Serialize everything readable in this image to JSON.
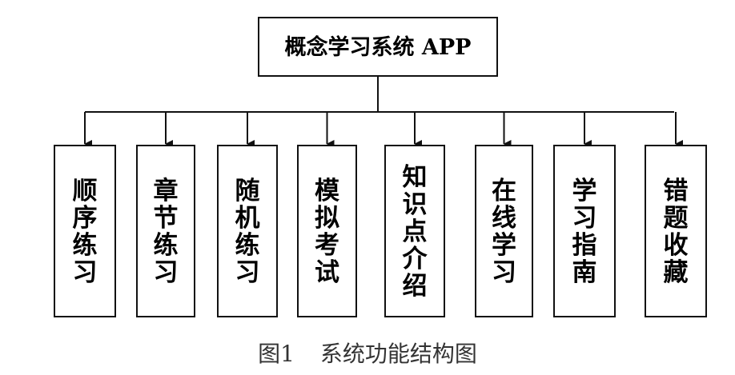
{
  "root": {
    "label": "概念学习系统 APP"
  },
  "modules": [
    {
      "label": "顺序练习"
    },
    {
      "label": "章节练习"
    },
    {
      "label": "随机练习"
    },
    {
      "label": "模拟考试"
    },
    {
      "label": "知识点介绍"
    },
    {
      "label": "在线学习"
    },
    {
      "label": "学习指南"
    },
    {
      "label": "错题收藏"
    }
  ],
  "caption": {
    "figure_number": "图1",
    "title": "系统功能结构图"
  },
  "colors": {
    "line": "#111111",
    "caption": "#333333",
    "background": "#ffffff"
  }
}
